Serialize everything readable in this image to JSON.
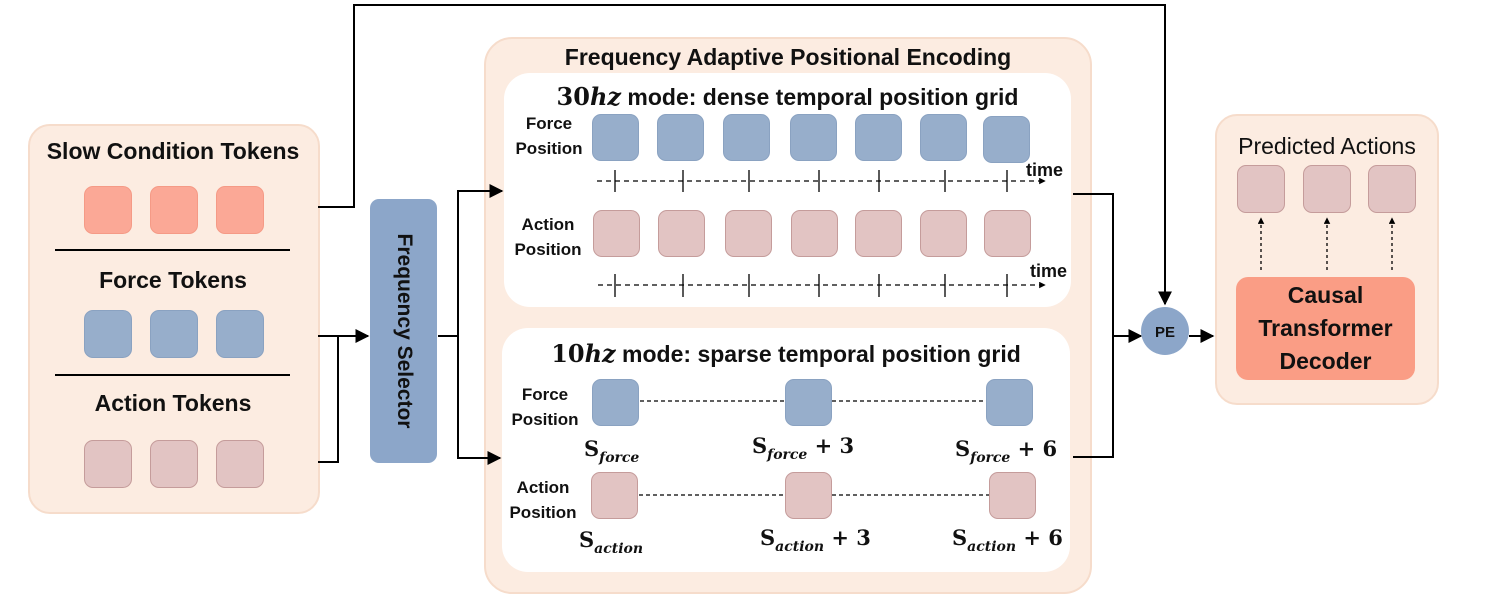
{
  "left_panel": {
    "slow_title": "Slow Condition Tokens",
    "force_title": "Force Tokens",
    "action_title": "Action Tokens"
  },
  "selector": {
    "label": "Frequency Selector"
  },
  "fape": {
    "title": "Frequency Adaptive Positional Encoding",
    "mode30": {
      "rate": "30",
      "unit": "hz",
      "title_rest": " mode: dense temporal position grid",
      "force_label": [
        "Force",
        "Position"
      ],
      "action_label": [
        "Action",
        "Position"
      ],
      "time_label": "time"
    },
    "mode10": {
      "rate": "10",
      "unit": "hz",
      "title_rest": " mode: sparse temporal position grid",
      "force_label": [
        "Force",
        "Position"
      ],
      "action_label": [
        "Action",
        "Position"
      ],
      "force_formulas": [
        {
          "base": "S",
          "sub": "force",
          "offset": ""
        },
        {
          "base": "S",
          "sub": "force",
          "offset": " + 3"
        },
        {
          "base": "S",
          "sub": "force",
          "offset": " + 6"
        }
      ],
      "action_formulas": [
        {
          "base": "S",
          "sub": "action",
          "offset": ""
        },
        {
          "base": "S",
          "sub": "action",
          "offset": " + 3"
        },
        {
          "base": "S",
          "sub": "action",
          "offset": " + 6"
        }
      ]
    }
  },
  "pe_node": {
    "label": "PE"
  },
  "right_panel": {
    "title": "Predicted Actions",
    "decoder_lines": [
      "Causal",
      "Transformer",
      "Decoder"
    ]
  },
  "colors": {
    "panel_bg": "#fcece1",
    "panel_border": "#f6dccb",
    "force_token": "#97aecb",
    "action_token": "#e2c4c3",
    "slow_token": "#fba896",
    "decoder": "#fa9d85",
    "selector": "#8ca6c9"
  },
  "icons": {
    "pe_node": "circle-node",
    "arrows": "arrow-right-icon"
  }
}
